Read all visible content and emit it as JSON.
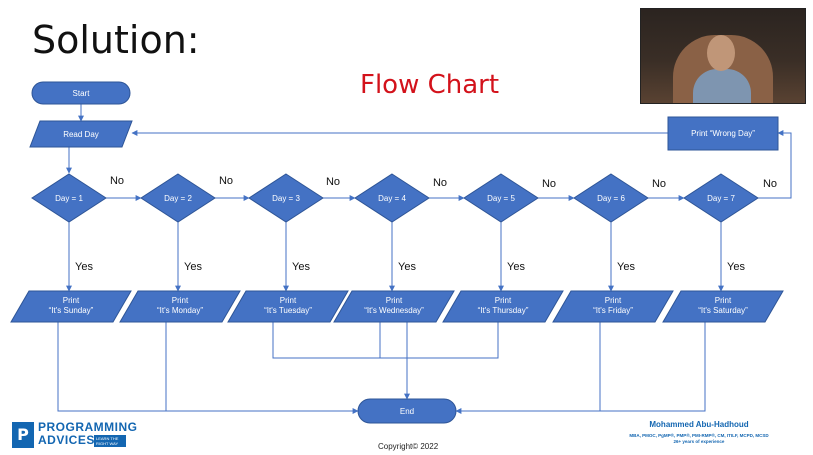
{
  "header": {
    "title": "Solution:",
    "flow_title": "Flow Chart"
  },
  "colors": {
    "node_fill": "#4472c4",
    "node_stroke": "#2e5597",
    "title_accent": "#d3121b"
  },
  "flowchart": {
    "start": "Start",
    "read": "Read Day",
    "end": "End",
    "wrong": "Print “Wrong Day”",
    "decisions": [
      "Day = 1",
      "Day = 2",
      "Day = 3",
      "Day = 4",
      "Day = 5",
      "Day = 6",
      "Day = 7"
    ],
    "print_word": "Print",
    "outputs": [
      "“It's Sunday”",
      "“It's Monday”",
      "“It's Tuesday”",
      "“It's Wednesday”",
      "“It's Thursday”",
      "“It's Friday”",
      "“It's Saturday”"
    ],
    "yes_label": "Yes",
    "no_label": "No"
  },
  "footer": {
    "copyright": "Copyright© 2022",
    "logo": {
      "line1": "PROGRAMMING",
      "line2": "ADVICES",
      "tagline": "LEARN THE RIGHT WAY"
    },
    "author": {
      "name": "Mohammed Abu-Hadhoud",
      "credentials": "MBA, PMOC, PgMP®, PMP®, PMI-RMP®, CM, ITILF, MCPD, MCSD",
      "experience": "26+ years of experience"
    }
  }
}
